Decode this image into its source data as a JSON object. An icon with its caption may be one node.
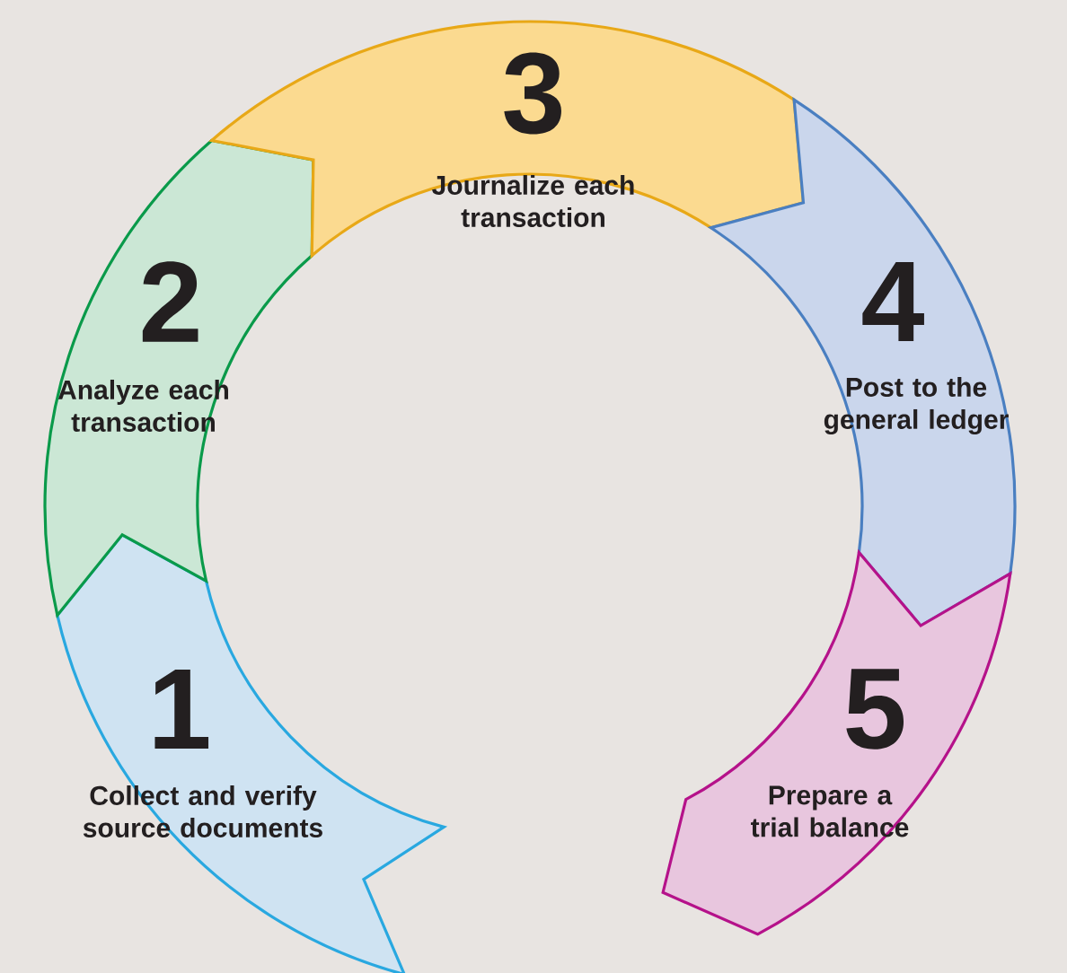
{
  "diagram": {
    "nodes": [
      {
        "text": [
          "1",
          "Collect and verify source documents"
        ]
      },
      {
        "text": [
          "2",
          "Analyze each transaction"
        ]
      },
      {
        "text": [
          "3",
          "Journalize each transaction"
        ]
      },
      {
        "text": [
          "4",
          "Post to the general ledger"
        ]
      },
      {
        "text": [
          "5",
          "Prepare a trial balance"
        ]
      }
    ]
  }
}
